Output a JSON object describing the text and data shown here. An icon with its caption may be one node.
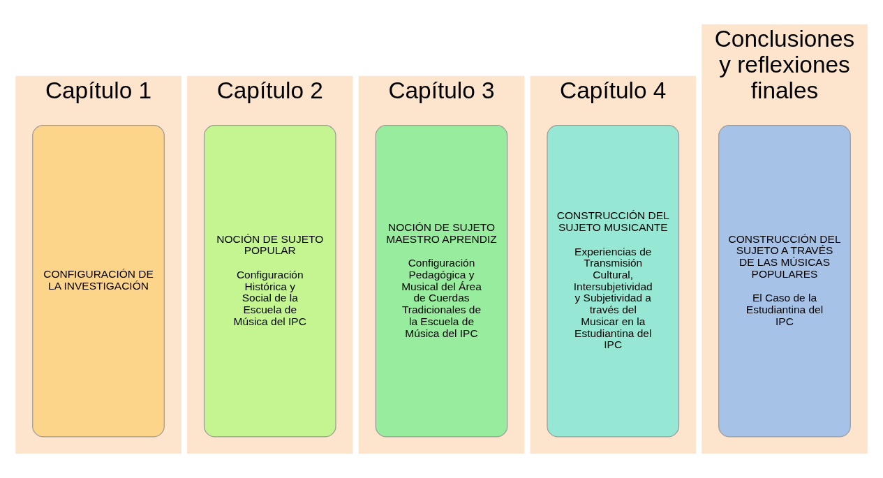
{
  "diagram": {
    "nodes": [
      {
        "text": [
          "Capítulo 1"
        ]
      },
      {
        "text": [
          "CONFIGURACIÓN DE LA INVESTIGACIÓN"
        ],
        "in": 0
      },
      {
        "text": [
          "Capítulo 2"
        ]
      },
      {
        "text": [
          "NOCIÓN DE SUJETO POPULAR",
          "Configuración Histórica y Social de la Escuela de Música del IPC"
        ],
        "in": 2
      },
      {
        "text": [
          "Capítulo 3"
        ]
      },
      {
        "text": [
          "NOCIÓN DE SUJETO MAESTRO APRENDIZ",
          "Configuración Pedagógica y Musical del Área de Cuerdas Tradicionales de la Escuela de Música del IPC"
        ],
        "in": 4
      },
      {
        "text": [
          "Capítulo 4"
        ]
      },
      {
        "text": [
          "CONSTRUCCIÓN DEL SUJETO MUSICANTE",
          "Experiencias de Transmisión Cultural, Intersubjetividad y Subjetividad a través del Musicar en la Estudiantina del IPC"
        ],
        "in": 6
      },
      {
        "text": [
          "Conclusiones y reflexiones finales"
        ]
      },
      {
        "text": [
          "CONSTRUCCIÓN DEL SUJETO A TRAVÉS DE LAS MÚSICAS POPULARES",
          "El Caso de la Estudiantina del IPC"
        ],
        "in": 8
      }
    ]
  }
}
